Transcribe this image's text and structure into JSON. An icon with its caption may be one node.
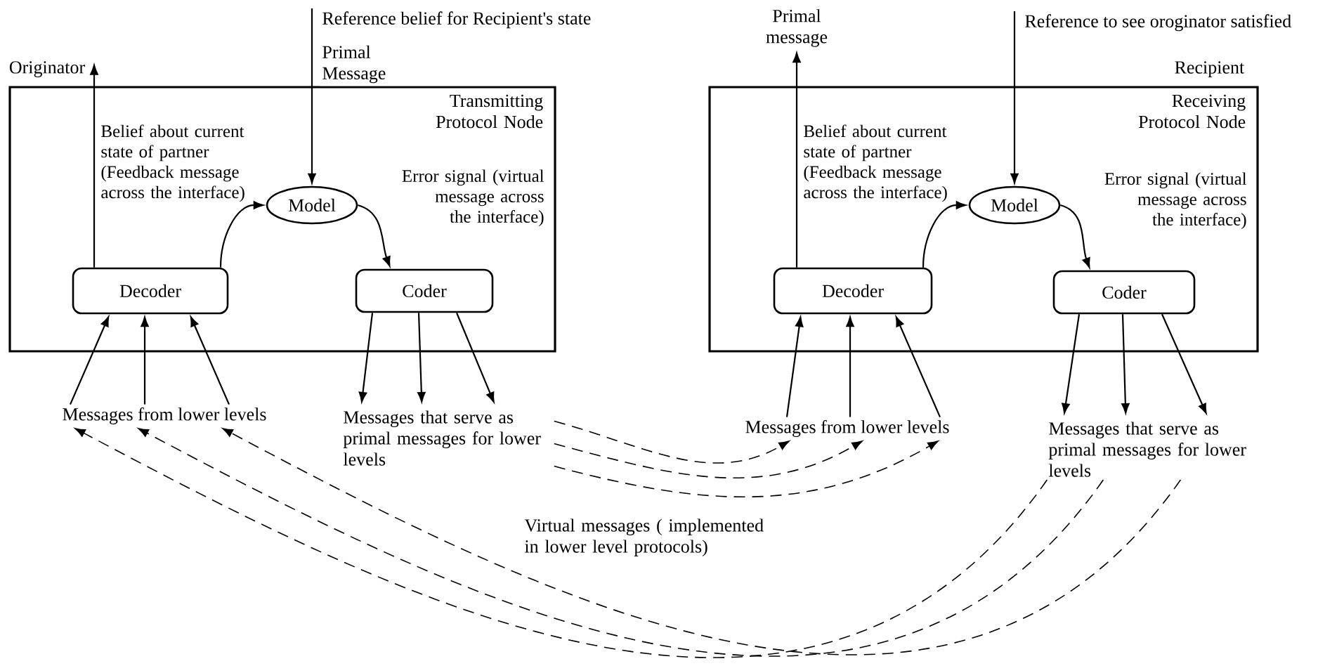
{
  "diagram": {
    "nodes": [
      {
        "text": [
          "Transmitting Protocol Node"
        ],
        "beside": [
          "Originator"
        ]
      },
      {
        "text": [
          "Decoder"
        ],
        "in": 0
      },
      {
        "text": [
          "Model"
        ],
        "in": 0
      },
      {
        "text": [
          "Coder"
        ],
        "in": 0
      },
      {
        "text": [
          "Messages from lower levels"
        ]
      },
      {
        "text": [
          "Messages that serve as primal messages for lower levels"
        ]
      },
      {
        "text": [
          "Receiving Protocol Node"
        ],
        "beside": [
          "Recipient"
        ]
      },
      {
        "text": [
          "Decoder"
        ],
        "in": 6
      },
      {
        "text": [
          "Model"
        ],
        "in": 6
      },
      {
        "text": [
          "Coder"
        ],
        "in": 6
      },
      {
        "text": [
          "Messages from lower levels"
        ]
      },
      {
        "text": [
          "Messages that serve as primal messages for lower levels"
        ]
      },
      {
        "text": [
          "Reference belief for Recipient's state",
          "Primal Message"
        ]
      },
      {
        "text": [
          "Primal message"
        ]
      },
      {
        "text": [
          "Reference to see oroginator satisfied"
        ]
      }
    ],
    "edges": [
      {
        "from": 1,
        "to": 2,
        "arrow": "to",
        "label": "Belief about current state of partner (Feedback message across the interface)"
      },
      {
        "from": 2,
        "to": 3,
        "arrow": "to",
        "label": "Error signal (virtual message across the interface)"
      },
      {
        "from": 4,
        "to": 1,
        "arrow": "to"
      },
      {
        "from": 4,
        "to": 1,
        "arrow": "to"
      },
      {
        "from": 4,
        "to": 1,
        "arrow": "to"
      },
      {
        "from": 3,
        "to": 5,
        "arrow": "to"
      },
      {
        "from": 3,
        "to": 5,
        "arrow": "to"
      },
      {
        "from": 3,
        "to": 5,
        "arrow": "to"
      },
      {
        "from": 12,
        "to": 2,
        "arrow": "to"
      },
      {
        "from": 1,
        "to": null,
        "arrow": "to"
      },
      {
        "from": 7,
        "to": 8,
        "arrow": "to",
        "label": "Belief about current state of partner (Feedback message across the interface)"
      },
      {
        "from": 8,
        "to": 9,
        "arrow": "to",
        "label": "Error signal (virtual message across the interface)"
      },
      {
        "from": 10,
        "to": 7,
        "arrow": "to"
      },
      {
        "from": 10,
        "to": 7,
        "arrow": "to"
      },
      {
        "from": 10,
        "to": 7,
        "arrow": "to"
      },
      {
        "from": 9,
        "to": 11,
        "arrow": "to"
      },
      {
        "from": 9,
        "to": 11,
        "arrow": "to"
      },
      {
        "from": 9,
        "to": 11,
        "arrow": "to"
      },
      {
        "from": 7,
        "to": 13,
        "arrow": "to"
      },
      {
        "from": 14,
        "to": 8,
        "arrow": "to"
      },
      {
        "from": 5,
        "to": 10,
        "arrow": "to",
        "style": "dashed"
      },
      {
        "from": 5,
        "to": 10,
        "arrow": "to",
        "style": "dashed"
      },
      {
        "from": 5,
        "to": 10,
        "arrow": "to",
        "style": "dashed"
      },
      {
        "from": 11,
        "to": 4,
        "arrow": "to",
        "style": "dashed"
      },
      {
        "from": 11,
        "to": 4,
        "arrow": "to",
        "style": "dashed"
      },
      {
        "from": 11,
        "to": 4,
        "arrow": "to",
        "style": "dashed"
      }
    ],
    "labels": [
      "Virtual messages ( implemented in lower level protocols)"
    ]
  }
}
